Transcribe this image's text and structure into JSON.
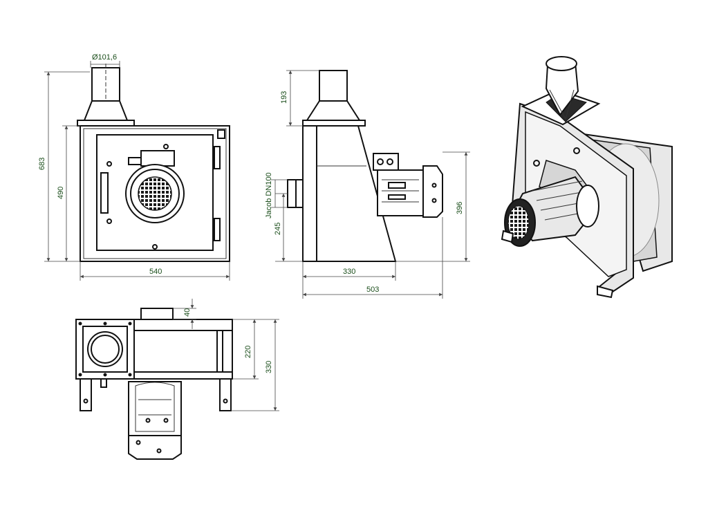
{
  "drawing": {
    "front_view": {
      "dims": {
        "diameter": "Ø101,6",
        "height_total": "683",
        "height_body": "490",
        "width": "540"
      }
    },
    "side_view": {
      "dims": {
        "top": "193",
        "inlet_label": "Jacob DN100",
        "inlet_height": "245",
        "motor_height": "396",
        "depth": "330",
        "depth_total": "503"
      }
    },
    "top_view": {
      "dims": {
        "flange": "40",
        "depth_inner": "220",
        "depth_total": "330"
      }
    }
  }
}
